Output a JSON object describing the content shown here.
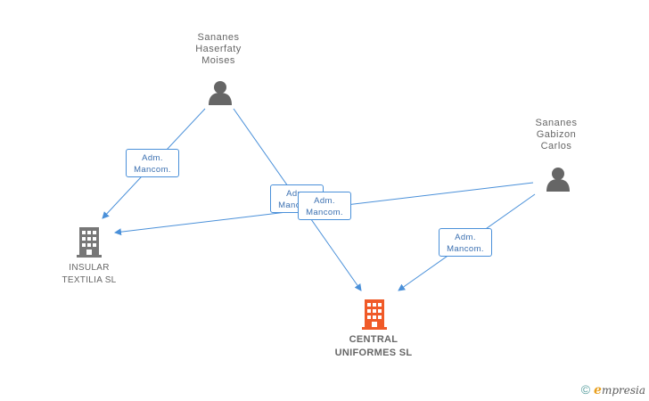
{
  "people": [
    {
      "id": "p1",
      "lines": [
        "Sananes",
        "Haserfaty",
        "Moises"
      ]
    },
    {
      "id": "p2",
      "lines": [
        "Sananes",
        "Gabizon",
        "Carlos"
      ]
    }
  ],
  "companies": [
    {
      "id": "c1",
      "lines": [
        "INSULAR",
        "TEXTILIA SL"
      ],
      "color": "#777777"
    },
    {
      "id": "c2",
      "lines": [
        "CENTRAL",
        "UNIFORMES SL"
      ],
      "color": "#f05a28"
    }
  ],
  "relations": [
    {
      "lines": [
        "Adm.",
        "Mancom."
      ]
    },
    {
      "lines": [
        "Adm.",
        "Mancom."
      ]
    },
    {
      "lines": [
        "Adm.",
        "Mancom."
      ]
    },
    {
      "lines": [
        "Adm.",
        "Mancom."
      ]
    }
  ],
  "colors": {
    "edge": "#4a90d9",
    "person_icon": "#666666"
  },
  "brand": {
    "copyright": "©",
    "e": "e",
    "rest": "mpresia"
  }
}
